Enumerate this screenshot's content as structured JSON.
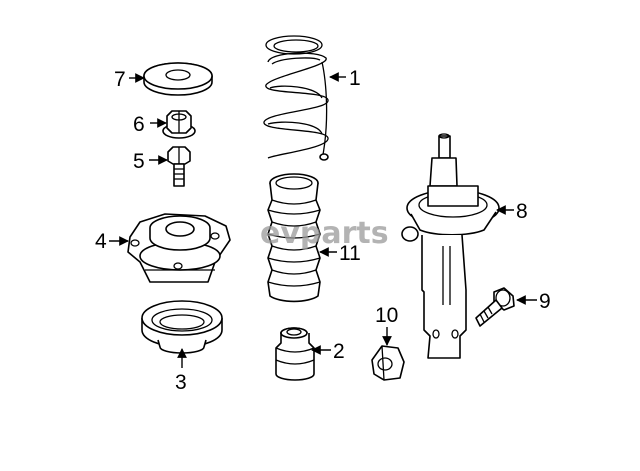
{
  "watermark": "evparts",
  "callouts": {
    "p1": "1",
    "p2": "2",
    "p3": "3",
    "p4": "4",
    "p5": "5",
    "p6": "6",
    "p7": "7",
    "p8": "8",
    "p9": "9",
    "p10": "10",
    "p11": "11"
  },
  "parts": [
    {
      "callout": "1",
      "part": "coil-spring"
    },
    {
      "callout": "2",
      "part": "bump-stop"
    },
    {
      "callout": "3",
      "part": "strut-bearing"
    },
    {
      "callout": "4",
      "part": "strut-mount"
    },
    {
      "callout": "5",
      "part": "bolt"
    },
    {
      "callout": "6",
      "part": "flange-nut"
    },
    {
      "callout": "7",
      "part": "washer"
    },
    {
      "callout": "8",
      "part": "strut-assembly"
    },
    {
      "callout": "9",
      "part": "flange-bolt"
    },
    {
      "callout": "10",
      "part": "hex-nut"
    },
    {
      "callout": "11",
      "part": "dust-boot"
    }
  ]
}
